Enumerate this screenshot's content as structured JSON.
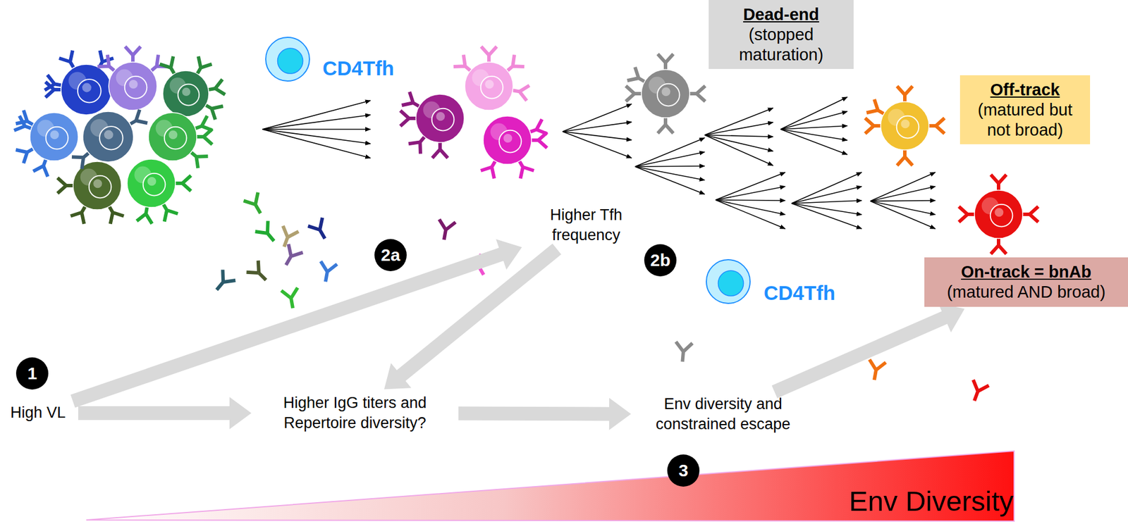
{
  "diagram": {
    "nodes": [
      {
        "text": [
          "Dead-end",
          "(stopped maturation)"
        ]
      },
      {
        "text": [
          "Off-track",
          "(matured but not broad)"
        ]
      },
      {
        "text": [
          "On-track = bnAb",
          "(matured AND broad)"
        ]
      },
      {
        "text": [
          "Higher Tfh frequency"
        ]
      },
      {
        "text": [
          "High VL"
        ]
      },
      {
        "text": [
          "Higher IgG titers and Repertoire diversity?"
        ]
      },
      {
        "text": [
          "Env diversity and constrained escape"
        ]
      }
    ],
    "edges": [
      {
        "from": 4,
        "to": 3,
        "arrow": "to"
      },
      {
        "from": 4,
        "to": 5,
        "arrow": "to"
      },
      {
        "from": 3,
        "to": 5,
        "arrow": "to"
      },
      {
        "from": 5,
        "to": 6,
        "arrow": "to"
      },
      {
        "from": 6,
        "to": 2,
        "arrow": "to"
      }
    ],
    "labels": [
      "CD4Tfh",
      "2a",
      "2b",
      "CD4Tfh",
      "1",
      "3",
      "Env Diversity"
    ]
  }
}
